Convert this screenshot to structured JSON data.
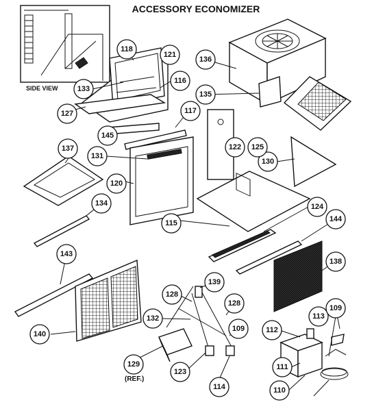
{
  "title": "ACCESSORY ECONOMIZER",
  "side_view_label": "SIDE VIEW",
  "ref_label": "(REF.)",
  "callouts": [
    "118",
    "121",
    "136",
    "133",
    "116",
    "135",
    "127",
    "117",
    "145",
    "137",
    "131",
    "122",
    "130",
    "120",
    "134",
    "125",
    "115",
    "124",
    "144",
    "138",
    "143",
    "140",
    "128",
    "139",
    "128",
    "132",
    "109",
    "129",
    "123",
    "114",
    "112",
    "113",
    "109",
    "111",
    "110"
  ]
}
